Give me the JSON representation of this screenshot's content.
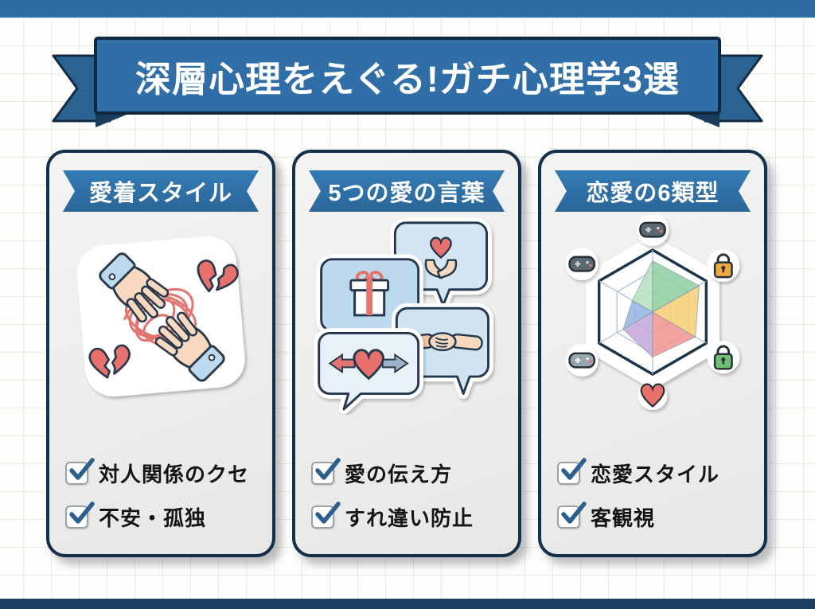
{
  "title_banner": {
    "text": "深層心理をえぐる!ガチ心理学3選"
  },
  "colors": {
    "top_bar": "#2e6da4",
    "bottom_bar": "#1d3e5f",
    "banner_fill": "#2f6ea6",
    "banner_border": "#0f2740",
    "ribbon_tail": "#2a6391",
    "card_border": "#14304c",
    "card_header_fill": "#2e6fa5",
    "checkmark_blue": "#2a5f8e",
    "accent_red": "#e8716d"
  },
  "cards": [
    {
      "title": "愛着スタイル",
      "illustration": "tangled-string-hands-broken-hearts",
      "checks": [
        "対人関係のクセ",
        "不安・孤独"
      ]
    },
    {
      "title": "5つの愛の言葉",
      "illustration": "love-language-speech-bubbles",
      "checks": [
        "愛の伝え方",
        "すれ違い防止"
      ]
    },
    {
      "title": "恋愛の6類型",
      "illustration": "six-love-types-radar-chart",
      "checks": [
        "恋愛スタイル",
        "客観視"
      ]
    }
  ]
}
